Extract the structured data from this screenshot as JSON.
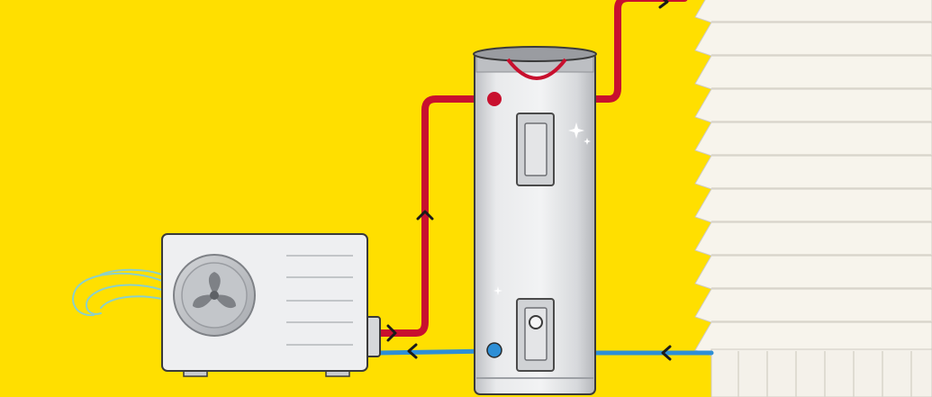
{
  "colors": {
    "background": "#FFDF00",
    "hot_water_pipe": "#C8102E",
    "cold_water_pipe": "#2E8FD6",
    "tank_body": "#E6E7E9",
    "heat_pump_unit": "#EEEFF1",
    "house_siding": "#F7F4EC",
    "outline": "#3A3A3A",
    "air_flow": "#7FCFE0"
  },
  "icons": {
    "flow_arrow": "chevron-arrow-icon",
    "fan": "fan-icon",
    "sparkle": "sparkle-icon"
  },
  "components": [
    "heat-pump-unit",
    "hot-water-tank",
    "house-wall"
  ],
  "flows": [
    {
      "from": "heat-pump-unit",
      "to": "hot-water-tank",
      "type": "hot"
    },
    {
      "from": "hot-water-tank",
      "to": "heat-pump-unit",
      "type": "cold"
    },
    {
      "from": "hot-water-tank",
      "to": "house-wall",
      "type": "hot"
    },
    {
      "from": "house-wall",
      "to": "hot-water-tank",
      "type": "cold"
    }
  ]
}
